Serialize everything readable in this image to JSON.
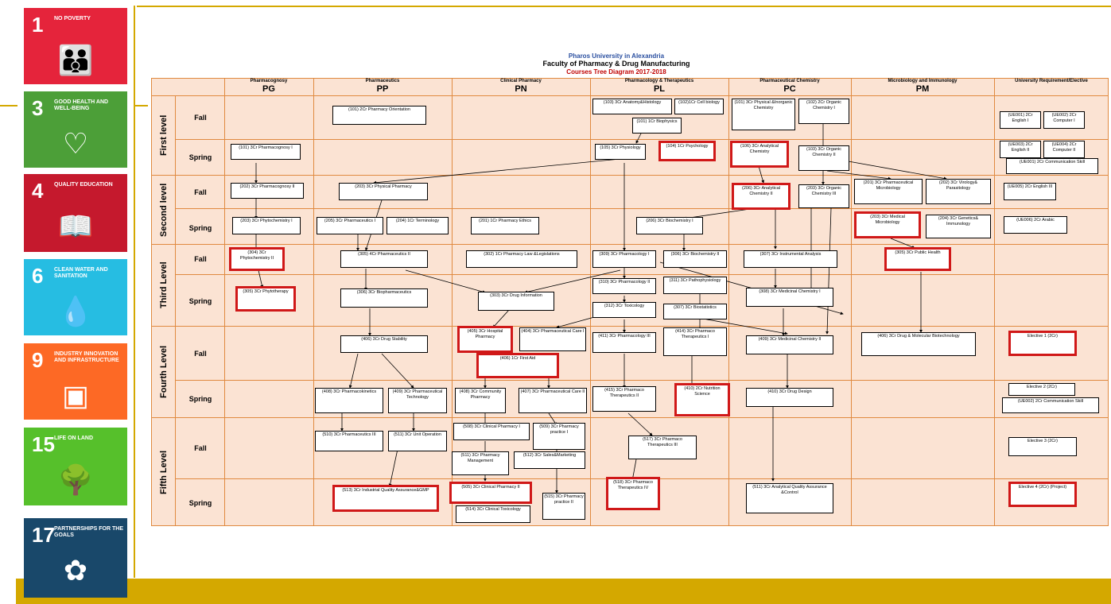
{
  "sdg": [
    {
      "num": "1",
      "text": "NO POVERTY",
      "color": "#e5243b",
      "icon": "people-icon"
    },
    {
      "num": "3",
      "text": "GOOD HEALTH AND WELL-BEING",
      "color": "#4c9f38",
      "icon": "heartbeat-icon"
    },
    {
      "num": "4",
      "text": "QUALITY EDUCATION",
      "color": "#c5192d",
      "icon": "book-icon"
    },
    {
      "num": "6",
      "text": "CLEAN WATER AND SANITATION",
      "color": "#26bde2",
      "icon": "water-drop-icon"
    },
    {
      "num": "9",
      "text": "INDUSTRY INNOVATION AND INFRASTRUCTURE",
      "color": "#fd6925",
      "icon": "cubes-icon"
    },
    {
      "num": "15",
      "text": "LIFE ON LAND",
      "color": "#56c02b",
      "icon": "tree-icon"
    },
    {
      "num": "17",
      "text": "PARTNERSHIPS FOR THE GOALS",
      "color": "#19486a",
      "icon": "rings-icon"
    }
  ],
  "title": {
    "university": "Pharos University in Alexandria",
    "faculty": "Faculty of Pharmacy & Drug Manufacturing",
    "diagram": "Courses Tree Diagram 2017-2018"
  },
  "columns": [
    {
      "name": "Pharmacognosy",
      "code": "PG"
    },
    {
      "name": "Pharmaceutics",
      "code": "PP"
    },
    {
      "name": "Clinical Pharmacy",
      "code": "PN"
    },
    {
      "name": "Pharmacology & Therapeutics",
      "code": "PL"
    },
    {
      "name": "Pharmaceutical Chemistry",
      "code": "PC"
    },
    {
      "name": "Microbiology and Immunology",
      "code": "PM"
    },
    {
      "name": "University Requirement/Elective",
      "code": ""
    }
  ],
  "levels": [
    "First level",
    "Second level",
    "Third Level",
    "Fourth Level",
    "Fifth Level"
  ],
  "semesters": {
    "fall": "Fall",
    "spring": "Spring"
  },
  "courses": [
    {
      "id": "c1",
      "text": "(101) 2Cr Pharmacy Orientation",
      "red": false
    },
    {
      "id": "c2",
      "text": "(103) 3Cr Anatomy&Histology",
      "red": false
    },
    {
      "id": "c3",
      "text": "(102)1Cr Cell biology",
      "red": false
    },
    {
      "id": "c4",
      "text": "(101) 1Cr Biophysics",
      "red": false
    },
    {
      "id": "c5",
      "text": "(101) 3Cr Physical &Inorganic Chemistry",
      "red": false
    },
    {
      "id": "c6",
      "text": "(102) 2Cr Organic Chemistry I",
      "red": false
    },
    {
      "id": "c7",
      "text": "(UE001) 2Cr English I",
      "red": false
    },
    {
      "id": "c8",
      "text": "(UE002) 2Cr Computer I",
      "red": false
    },
    {
      "id": "c9",
      "text": "(101) 3Cr Pharmacognosy I",
      "red": false
    },
    {
      "id": "c10",
      "text": "(105) 3Cr Physiology",
      "red": false
    },
    {
      "id": "c11",
      "text": "(104) 1Cr Psychology",
      "red": true
    },
    {
      "id": "c12",
      "text": "(106) 3Cr Analytical Chemistry",
      "red": true
    },
    {
      "id": "c13",
      "text": "(103) 3Cr Organic Chemistry II",
      "red": false
    },
    {
      "id": "c14",
      "text": "(UE003) 2Cr English II",
      "red": false
    },
    {
      "id": "c15",
      "text": "(UE004) 2Cr Computer II",
      "red": false
    },
    {
      "id": "c16",
      "text": "(UE001) 2Cr Communication Skill",
      "red": false
    },
    {
      "id": "c17",
      "text": "(202) 3Cr Pharmacognosy II",
      "red": false
    },
    {
      "id": "c18",
      "text": "(203) 3Cr Physical Pharmacy",
      "red": false
    },
    {
      "id": "c19",
      "text": "(206) 3Cr Analytical Chemistry II",
      "red": true
    },
    {
      "id": "c20",
      "text": "(203) 3Cr Organic Chemistry III",
      "red": false
    },
    {
      "id": "c21",
      "text": "(201) 3Cr Pharmaceutical Microbiology",
      "red": false
    },
    {
      "id": "c22",
      "text": "(202) 3Cr Virology& Parasitology",
      "red": false
    },
    {
      "id": "c23",
      "text": "(UE005) 2Cr English III",
      "red": false
    },
    {
      "id": "c24",
      "text": "(203) 3Cr Phytochemistry I",
      "red": false
    },
    {
      "id": "c25",
      "text": "(205) 3Cr Pharmaceutics I",
      "red": false
    },
    {
      "id": "c26",
      "text": "(204) 1Cr Terminology",
      "red": false
    },
    {
      "id": "c27",
      "text": "(201) 1Cr Pharmacy Ethics",
      "red": false
    },
    {
      "id": "c28",
      "text": "(206) 3Cr Biochemistry I",
      "red": false
    },
    {
      "id": "c29",
      "text": "(203) 3Cr Medical Microbiology",
      "red": true
    },
    {
      "id": "c30",
      "text": "(204) 3Cr Genetics& Immunology",
      "red": false
    },
    {
      "id": "c31",
      "text": "(UE006) 2Cr Arabic",
      "red": false
    },
    {
      "id": "c32",
      "text": "(304) 3Cr Phytochemistry II",
      "red": true
    },
    {
      "id": "c33",
      "text": "(305) 4Cr Pharmaceutics II",
      "red": false
    },
    {
      "id": "c34",
      "text": "(302) 1Cr Pharmacy Law &Legislations",
      "red": false
    },
    {
      "id": "c35",
      "text": "(309) 3Cr Pharmacology I",
      "red": false
    },
    {
      "id": "c36",
      "text": "(306) 3Cr Biochemistry II",
      "red": false
    },
    {
      "id": "c37",
      "text": "(307) 3Cr Instrumental Analysis",
      "red": false
    },
    {
      "id": "c38",
      "text": "(305) 3Cr Public Health",
      "red": true
    },
    {
      "id": "c39",
      "text": "(305) 3Cr Phytotherapy",
      "red": true
    },
    {
      "id": "c40",
      "text": "(306) 3Cr Biopharmaceutics",
      "red": false
    },
    {
      "id": "c41",
      "text": "(303) 3Cr Drug Information",
      "red": false
    },
    {
      "id": "c42",
      "text": "(310) 3Cr Pharmacology II",
      "red": false
    },
    {
      "id": "c43",
      "text": "(311) 3Cr Pathophysiology",
      "red": false
    },
    {
      "id": "c44",
      "text": "(312) 3Cr Toxicology",
      "red": false
    },
    {
      "id": "c45",
      "text": "(307) 3Cr Biostatistics",
      "red": false
    },
    {
      "id": "c46",
      "text": "(308) 3Cr Medicinal Chemistry I",
      "red": false
    },
    {
      "id": "c47",
      "text": "(406) 3Cr Drug Stability",
      "red": false
    },
    {
      "id": "c48",
      "text": "(405) 3Cr Hospital Pharmacy",
      "red": true
    },
    {
      "id": "c49",
      "text": "(404) 3Cr Pharmaceutical Care I",
      "red": false
    },
    {
      "id": "c50",
      "text": "(411) 3Cr Pharmacology III",
      "red": false
    },
    {
      "id": "c51",
      "text": "(414) 3Cr Pharmaco Therapeutics I",
      "red": false
    },
    {
      "id": "c52",
      "text": "(409) 3Cr Medicinal Chemistry II",
      "red": false
    },
    {
      "id": "c53",
      "text": "(406) 3Cr Drug & Molecular Biotechnology",
      "red": false
    },
    {
      "id": "c54",
      "text": "Elective 1 (2Cr)",
      "red": true
    },
    {
      "id": "c55",
      "text": "(406) 1Cr First Aid",
      "red": true
    },
    {
      "id": "c56",
      "text": "(408) 3Cr Pharmacokinetics",
      "red": false
    },
    {
      "id": "c57",
      "text": "(409) 3Cr Pharmaceutical Technology",
      "red": false
    },
    {
      "id": "c58",
      "text": "(408) 3Cr Community Pharmacy",
      "red": false
    },
    {
      "id": "c59",
      "text": "(407) 3Cr Pharmaceutical Care II",
      "red": false
    },
    {
      "id": "c60",
      "text": "(415) 3Cr Pharmaco Therapeutics II",
      "red": false
    },
    {
      "id": "c61",
      "text": "(410) 2Cr Nutrition Science",
      "red": true
    },
    {
      "id": "c62",
      "text": "(410) 3Cr Drug Design",
      "red": false
    },
    {
      "id": "c63",
      "text": "Elective 2 (2Cr)",
      "red": false
    },
    {
      "id": "c64",
      "text": "(UE002) 2Cr Communication Skill",
      "red": false
    },
    {
      "id": "c65",
      "text": "(510) 3Cr Pharmaceutics III",
      "red": false
    },
    {
      "id": "c66",
      "text": "(511) 3Cr Unit Operation",
      "red": false
    },
    {
      "id": "c67",
      "text": "(508) 3Cr Clinical Pharmacy I",
      "red": false
    },
    {
      "id": "c68",
      "text": "(509) 3Cr Pharmacy practice I",
      "red": false
    },
    {
      "id": "c69",
      "text": "(517) 3Cr Pharmaco Therapeutics III",
      "red": false
    },
    {
      "id": "c70",
      "text": "Elective 3 (2Cr)",
      "red": false
    },
    {
      "id": "c71",
      "text": "(511) 3Cr Pharmacy Management",
      "red": false
    },
    {
      "id": "c72",
      "text": "(512) 3Cr Sales&Marketing",
      "red": false
    },
    {
      "id": "c73",
      "text": "(513) 3Cr Industrial Quality Assurance&GMP",
      "red": true
    },
    {
      "id": "c74",
      "text": "(505) 3Cr Clinical Pharmacy II",
      "red": true
    },
    {
      "id": "c75",
      "text": "(515) 3Cr Pharmacy practice II",
      "red": false
    },
    {
      "id": "c76",
      "text": "(518) 3Cr Pharmaco Therapeutics IV",
      "red": true
    },
    {
      "id": "c77",
      "text": "(511) 3Cr Analytical Quality Assurance &Control",
      "red": false
    },
    {
      "id": "c78",
      "text": "Elective 4 (2Cr) (Project)",
      "red": true
    },
    {
      "id": "c79",
      "text": "(514) 3Cr Clinical Toxicology",
      "red": false
    }
  ]
}
